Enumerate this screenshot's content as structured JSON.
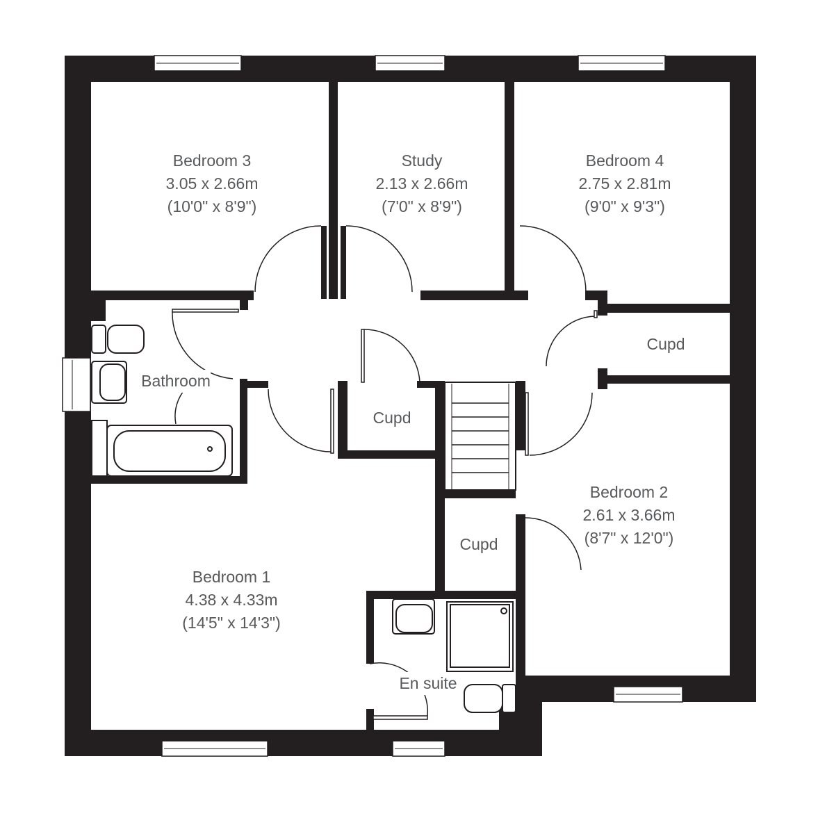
{
  "rooms": [
    {
      "name": "Bedroom 3",
      "metric": "3.05 x 2.66m",
      "imperial": "(10'0\" x 8'9\")"
    },
    {
      "name": "Study",
      "metric": "2.13 x 2.66m",
      "imperial": "(7'0\" x 8'9\")"
    },
    {
      "name": "Bedroom 4",
      "metric": "2.75 x 2.81m",
      "imperial": "(9'0\" x 9'3\")"
    },
    {
      "name": "Bedroom 2",
      "metric": "2.61 x 3.66m",
      "imperial": "(8'7\" x 12'0\")"
    },
    {
      "name": "Bedroom 1",
      "metric": "4.38 x 4.33m",
      "imperial": "(14'5\" x 14'3\")"
    }
  ],
  "small_rooms": {
    "bathroom": "Bathroom",
    "cupd_right": "Cupd",
    "cupd_middle": "Cupd",
    "cupd_lower": "Cupd",
    "en_suite": "En suite"
  },
  "colors": {
    "wall": "#231f20",
    "text": "#58595b"
  }
}
